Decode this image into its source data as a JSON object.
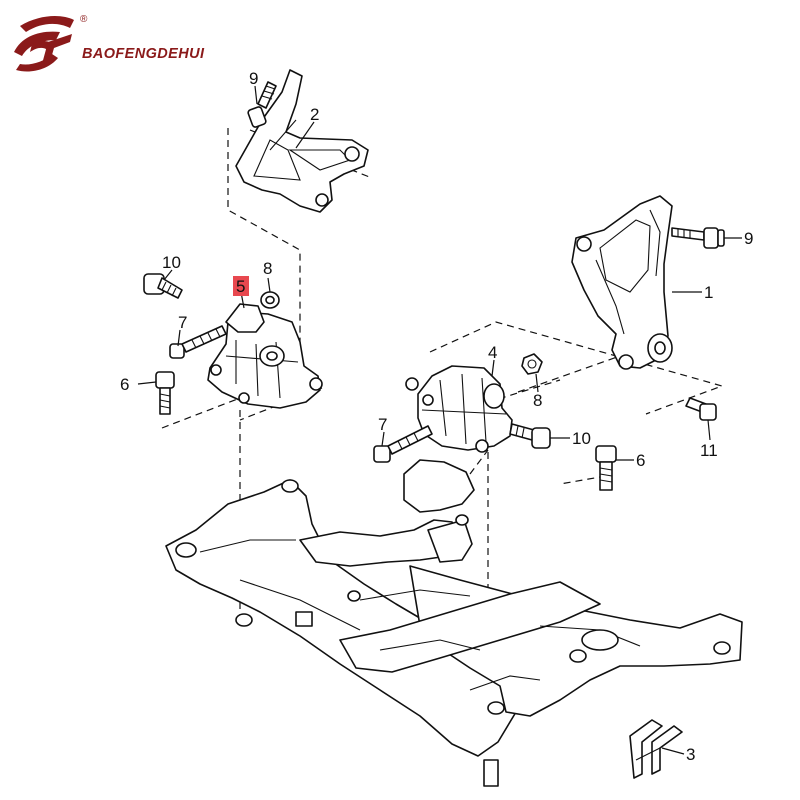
{
  "brand": {
    "name": "BAOFENGDEHUI",
    "registered_mark": "®",
    "color": "#8b1a1a"
  },
  "callouts": [
    {
      "id": "c9-top",
      "label": "9"
    },
    {
      "id": "c2",
      "label": "2"
    },
    {
      "id": "c10-left",
      "label": "10"
    },
    {
      "id": "c5",
      "label": "5",
      "highlighted": true
    },
    {
      "id": "c8-left",
      "label": "8"
    },
    {
      "id": "c7-left",
      "label": "7"
    },
    {
      "id": "c6-left",
      "label": "6"
    },
    {
      "id": "c9-right",
      "label": "9"
    },
    {
      "id": "c1",
      "label": "1"
    },
    {
      "id": "c4",
      "label": "4"
    },
    {
      "id": "c8-right",
      "label": "8"
    },
    {
      "id": "c7-right",
      "label": "7"
    },
    {
      "id": "c10-right",
      "label": "10"
    },
    {
      "id": "c6-right",
      "label": "6"
    },
    {
      "id": "c11",
      "label": "11"
    },
    {
      "id": "c3",
      "label": "3"
    }
  ],
  "colors": {
    "highlight": "#e8484f",
    "line": "#111111"
  }
}
